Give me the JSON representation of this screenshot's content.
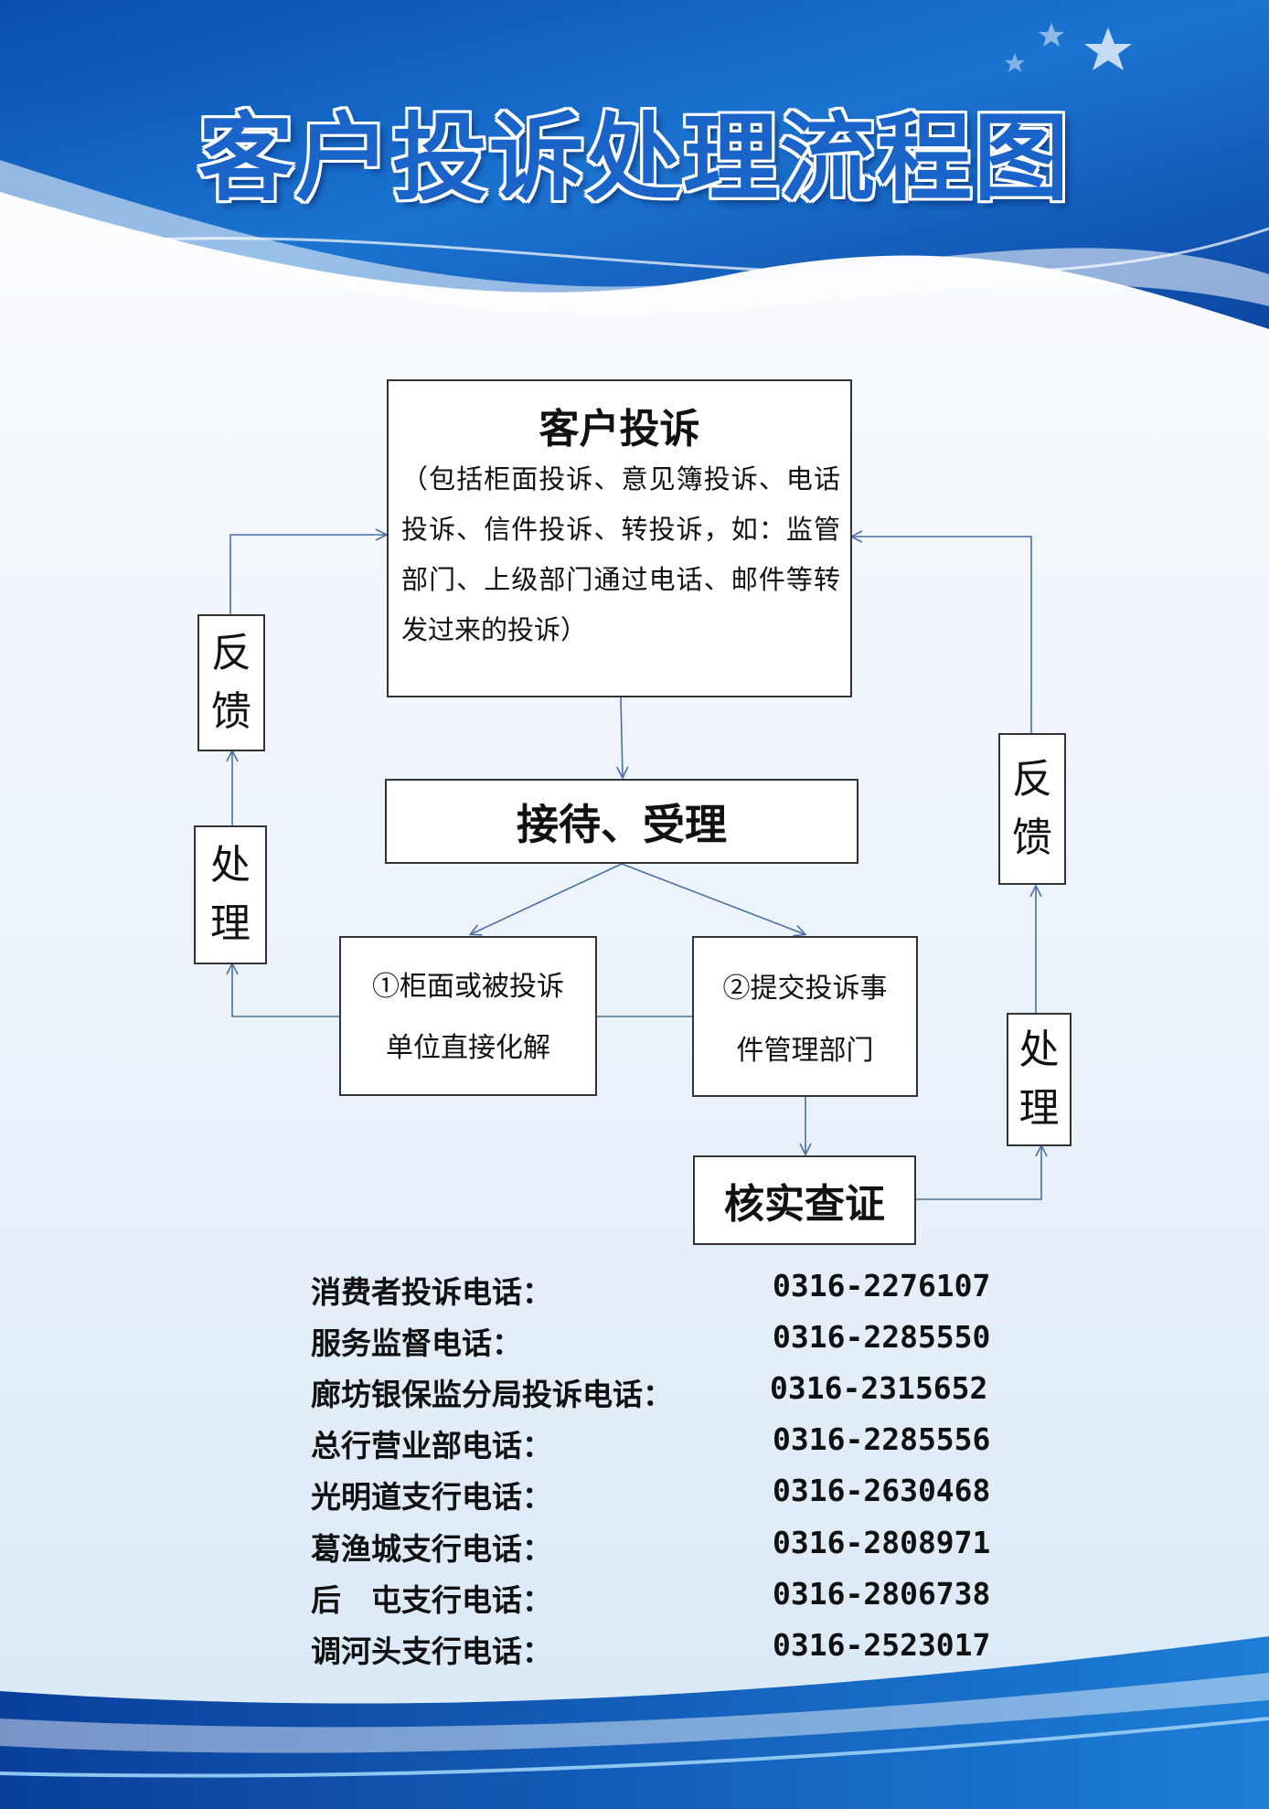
{
  "title": "客户投诉处理流程图",
  "flow": {
    "complaint": {
      "title": "客户投诉",
      "desc": "（包括柜面投诉、意见簿投诉、电话投诉、信件投诉、转投诉，如：监管部门、上级部门通过电话、邮件等转发过来的投诉）"
    },
    "reception": "接待、受理",
    "option1": [
      "①柜面或被投诉",
      "单位直接化解"
    ],
    "option2": [
      "②提交投诉事",
      "件管理部门"
    ],
    "verify": "核实查证",
    "left_feedback": [
      "反",
      "馈"
    ],
    "left_process": [
      "处",
      "理"
    ],
    "right_feedback": [
      "反",
      "馈"
    ],
    "right_process": [
      "处",
      "理"
    ]
  },
  "phones": [
    {
      "label": "消费者投诉电话：",
      "number": "0316-2276107"
    },
    {
      "label": "服务监督电话：",
      "number": "0316-2285550"
    },
    {
      "label": "廊坊银保监分局投诉电话：",
      "number": "0316-2315652"
    },
    {
      "label": "总行营业部电话：",
      "number": "0316-2285556"
    },
    {
      "label": "光明道支行电话：",
      "number": "0316-2630468"
    },
    {
      "label": "葛渔城支行电话：",
      "number": "0316-2808971"
    },
    {
      "label": "后　屯支行电话：",
      "number": "0316-2806738"
    },
    {
      "label": "调河头支行电话：",
      "number": "0316-2523017"
    }
  ],
  "colors": {
    "primary_blue": "#1a63c8",
    "dark_blue": "#0b3d91",
    "line": "#4a6fa5"
  }
}
